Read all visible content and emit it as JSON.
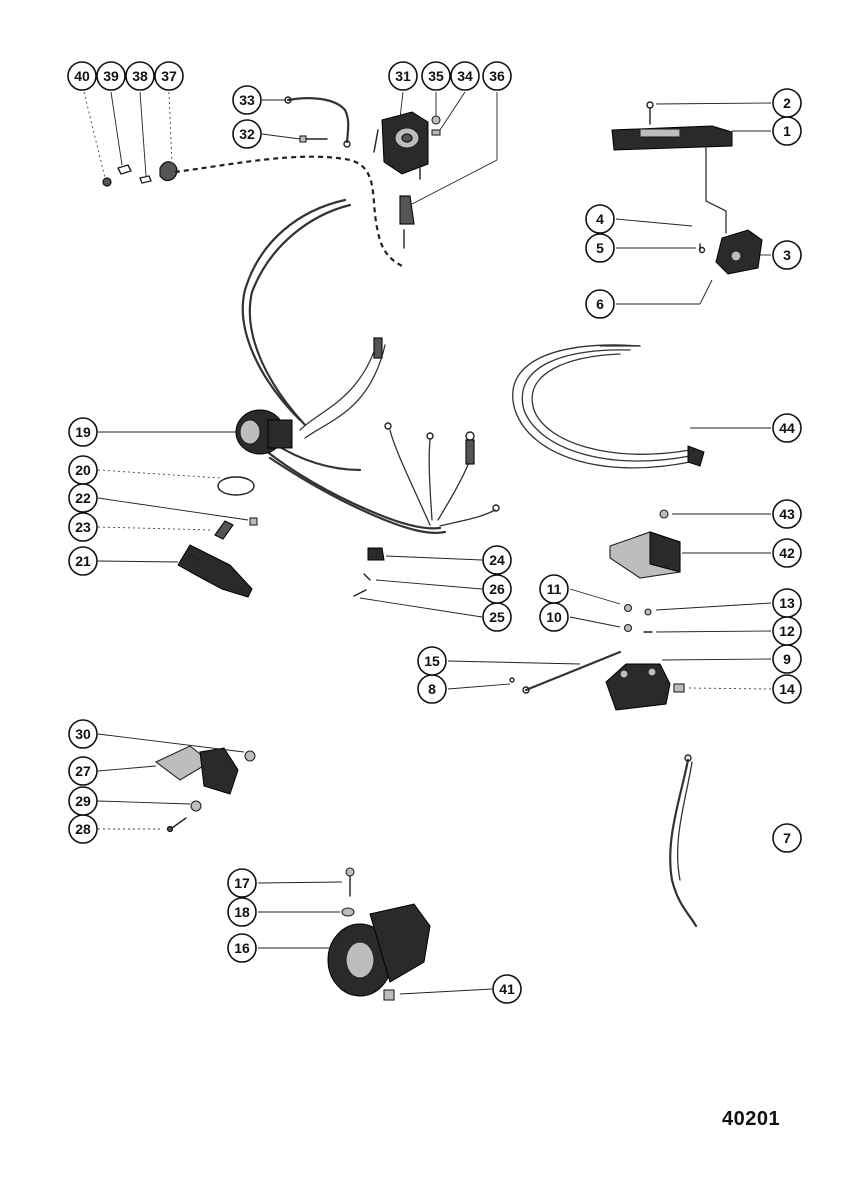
{
  "figure_number": "40201",
  "callouts": [
    "1",
    "2",
    "3",
    "4",
    "5",
    "6",
    "7",
    "8",
    "9",
    "10",
    "11",
    "12",
    "13",
    "14",
    "15",
    "16",
    "17",
    "18",
    "19",
    "20",
    "21",
    "22",
    "23",
    "24",
    "25",
    "26",
    "27",
    "28",
    "29",
    "30",
    "31",
    "32",
    "33",
    "34",
    "35",
    "36",
    "37",
    "38",
    "39",
    "40",
    "41",
    "42",
    "43",
    "44"
  ]
}
